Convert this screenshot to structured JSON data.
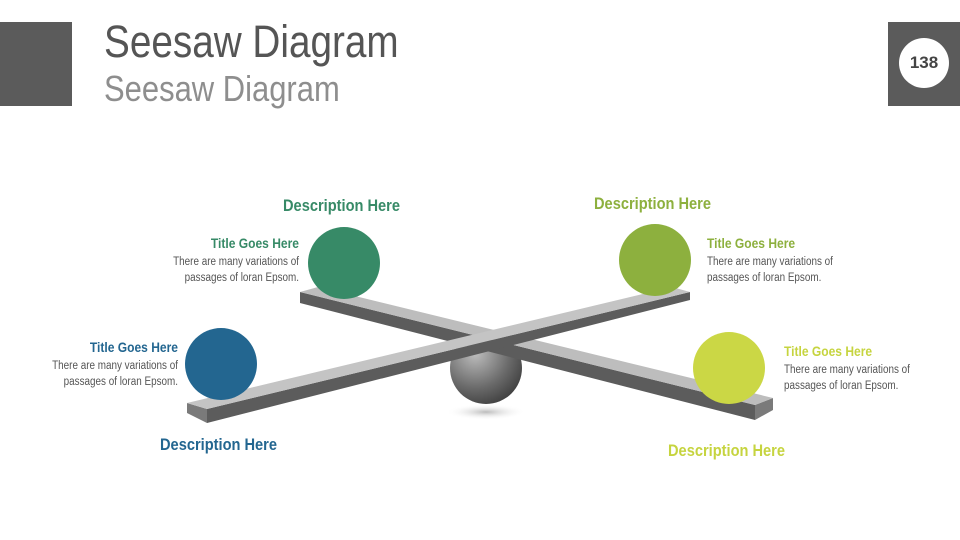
{
  "header": {
    "title": "Seesaw Diagram",
    "subtitle": "Seesaw Diagram",
    "page_number": "138"
  },
  "items": [
    {
      "description": "Description Here",
      "title": "Title Goes Here",
      "body_line1": "There are many variations of",
      "body_line2": "passages of loran Epsom.",
      "color": "#378a67"
    },
    {
      "description": "Description Here",
      "title": "Title Goes Here",
      "body_line1": "There are many variations of",
      "body_line2": "passages of loran Epsom.",
      "color": "#8db03e"
    },
    {
      "description": "Description Here",
      "title": "Title Goes Here",
      "body_line1": "There are many variations of",
      "body_line2": "passages of loran Epsom.",
      "color": "#236690"
    },
    {
      "description": "Description Here",
      "title": "Title Goes Here",
      "body_line1": "There are many variations of",
      "body_line2": "passages of loran Epsom.",
      "color": "#c6d43f"
    }
  ]
}
